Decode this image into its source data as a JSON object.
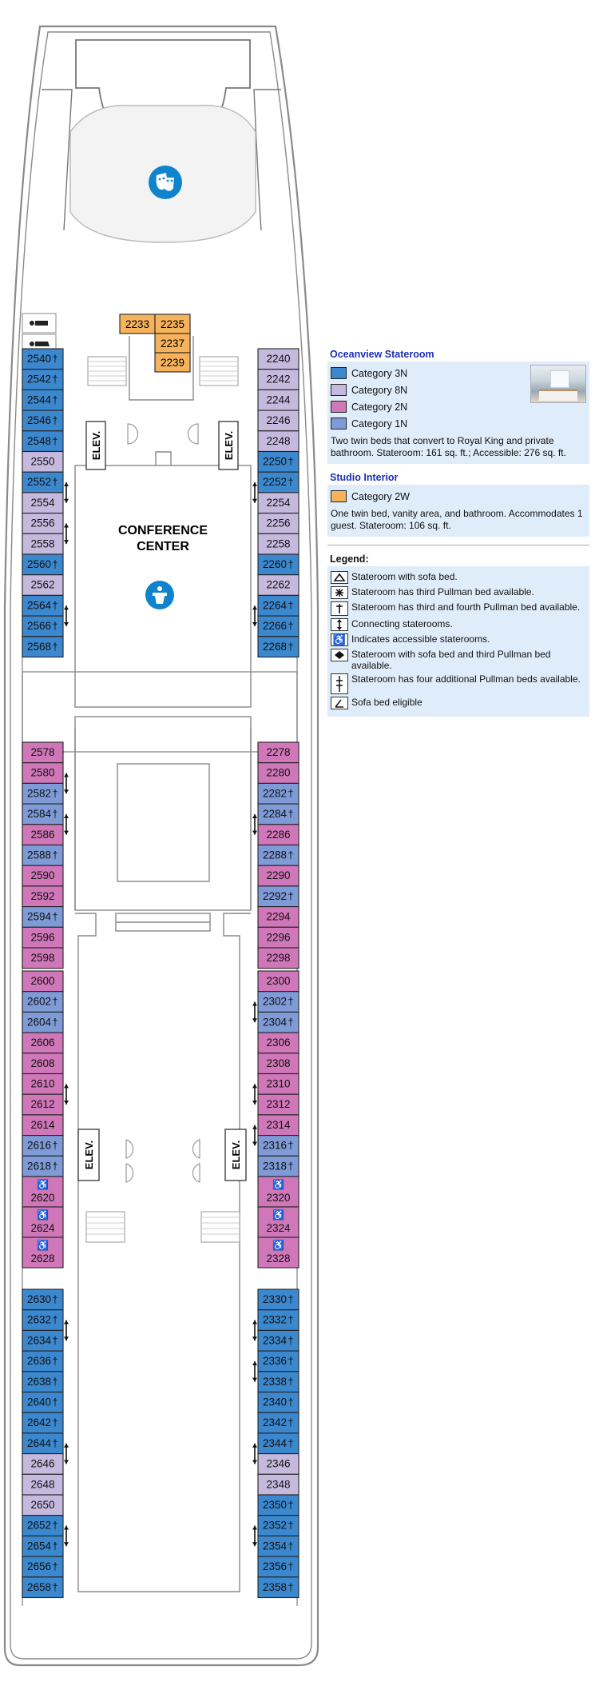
{
  "colors": {
    "cat_3N": "#3b88cf",
    "cat_8N": "#c6b9de",
    "cat_2N": "#cf77b8",
    "cat_1N": "#7e9bd7",
    "cat_2W": "#f6b35b",
    "panel_bg": "#dfecf9",
    "hull": "#8a8a8a",
    "icon_blue": "#0f84cc"
  },
  "deck": {
    "elev_label": "ELEV.",
    "conference_line1": "CONFERENCE",
    "conference_line2": "CENTER",
    "icons": [
      "theater-masks-icon",
      "podium-icon",
      "restroom-men-icon",
      "restroom-women-icon"
    ],
    "studios": [
      {
        "num": "2233",
        "cat": "2W"
      },
      {
        "num": "2235",
        "cat": "2W"
      },
      {
        "num": "2237",
        "cat": "2W"
      },
      {
        "num": "2239",
        "cat": "2W"
      }
    ],
    "left_rooms": [
      {
        "num": "2540",
        "cat": "3N",
        "sym": "†"
      },
      {
        "num": "2542",
        "cat": "3N",
        "sym": "†"
      },
      {
        "num": "2544",
        "cat": "3N",
        "sym": "†"
      },
      {
        "num": "2546",
        "cat": "3N",
        "sym": "†"
      },
      {
        "num": "2548",
        "cat": "3N",
        "sym": "†"
      },
      {
        "num": "2550",
        "cat": "8N",
        "sym": ""
      },
      {
        "num": "2552",
        "cat": "3N",
        "sym": "†",
        "conn": true
      },
      {
        "num": "2554",
        "cat": "8N",
        "sym": "",
        "conn": true
      },
      {
        "num": "2556",
        "cat": "8N",
        "sym": "",
        "conn": true
      },
      {
        "num": "2558",
        "cat": "8N",
        "sym": "",
        "conn": true
      },
      {
        "num": "2560",
        "cat": "3N",
        "sym": "†"
      },
      {
        "num": "2562",
        "cat": "8N",
        "sym": ""
      },
      {
        "num": "2564",
        "cat": "3N",
        "sym": "†",
        "conn": true
      },
      {
        "num": "2566",
        "cat": "3N",
        "sym": "†",
        "conn": true
      },
      {
        "num": "2568",
        "cat": "3N",
        "sym": "†"
      },
      {
        "num": "2578",
        "cat": "2N",
        "sym": ""
      },
      {
        "num": "2580",
        "cat": "2N",
        "sym": "",
        "conn": true
      },
      {
        "num": "2582",
        "cat": "1N",
        "sym": "†",
        "conn": true
      },
      {
        "num": "2584",
        "cat": "1N",
        "sym": "†",
        "conn": true
      },
      {
        "num": "2586",
        "cat": "2N",
        "sym": "",
        "conn": true
      },
      {
        "num": "2588",
        "cat": "1N",
        "sym": "†"
      },
      {
        "num": "2590",
        "cat": "2N",
        "sym": ""
      },
      {
        "num": "2592",
        "cat": "2N",
        "sym": ""
      },
      {
        "num": "2594",
        "cat": "1N",
        "sym": "†"
      },
      {
        "num": "2596",
        "cat": "2N",
        "sym": ""
      },
      {
        "num": "2598",
        "cat": "2N",
        "sym": ""
      },
      {
        "num": "2600",
        "cat": "2N",
        "sym": ""
      },
      {
        "num": "2602",
        "cat": "1N",
        "sym": "†"
      },
      {
        "num": "2604",
        "cat": "1N",
        "sym": "†"
      },
      {
        "num": "2606",
        "cat": "2N",
        "sym": ""
      },
      {
        "num": "2608",
        "cat": "2N",
        "sym": ""
      },
      {
        "num": "2610",
        "cat": "2N",
        "sym": "",
        "conn": true
      },
      {
        "num": "2612",
        "cat": "2N",
        "sym": "",
        "conn": true
      },
      {
        "num": "2614",
        "cat": "2N",
        "sym": ""
      },
      {
        "num": "2616",
        "cat": "1N",
        "sym": "†"
      },
      {
        "num": "2618",
        "cat": "1N",
        "sym": "†"
      },
      {
        "num": "2620",
        "cat": "2N",
        "sym": "",
        "acc": true
      },
      {
        "num": "2624",
        "cat": "2N",
        "sym": "",
        "acc": true
      },
      {
        "num": "2628",
        "cat": "2N",
        "sym": "",
        "acc": true
      },
      {
        "num": "2630",
        "cat": "3N",
        "sym": "†"
      },
      {
        "num": "2632",
        "cat": "3N",
        "sym": "†",
        "conn": true
      },
      {
        "num": "2634",
        "cat": "3N",
        "sym": "†",
        "conn": true
      },
      {
        "num": "2636",
        "cat": "3N",
        "sym": "†"
      },
      {
        "num": "2638",
        "cat": "3N",
        "sym": "†"
      },
      {
        "num": "2640",
        "cat": "3N",
        "sym": "†"
      },
      {
        "num": "2642",
        "cat": "3N",
        "sym": "†"
      },
      {
        "num": "2644",
        "cat": "3N",
        "sym": "†",
        "conn": true
      },
      {
        "num": "2646",
        "cat": "8N",
        "sym": "",
        "conn": true
      },
      {
        "num": "2648",
        "cat": "8N",
        "sym": ""
      },
      {
        "num": "2650",
        "cat": "8N",
        "sym": ""
      },
      {
        "num": "2652",
        "cat": "3N",
        "sym": "†",
        "conn": true
      },
      {
        "num": "2654",
        "cat": "3N",
        "sym": "†",
        "conn": true
      },
      {
        "num": "2656",
        "cat": "3N",
        "sym": "†"
      },
      {
        "num": "2658",
        "cat": "3N",
        "sym": "†"
      }
    ],
    "right_rooms": [
      {
        "num": "2240",
        "cat": "8N",
        "sym": ""
      },
      {
        "num": "2242",
        "cat": "8N",
        "sym": ""
      },
      {
        "num": "2244",
        "cat": "8N",
        "sym": ""
      },
      {
        "num": "2246",
        "cat": "8N",
        "sym": ""
      },
      {
        "num": "2248",
        "cat": "8N",
        "sym": ""
      },
      {
        "num": "2250",
        "cat": "3N",
        "sym": "†"
      },
      {
        "num": "2252",
        "cat": "3N",
        "sym": "†",
        "conn": true
      },
      {
        "num": "2254",
        "cat": "8N",
        "sym": "",
        "conn": true
      },
      {
        "num": "2256",
        "cat": "8N",
        "sym": ""
      },
      {
        "num": "2258",
        "cat": "8N",
        "sym": ""
      },
      {
        "num": "2260",
        "cat": "3N",
        "sym": "†"
      },
      {
        "num": "2262",
        "cat": "8N",
        "sym": ""
      },
      {
        "num": "2264",
        "cat": "3N",
        "sym": "†",
        "conn": true
      },
      {
        "num": "2266",
        "cat": "3N",
        "sym": "†",
        "conn": true
      },
      {
        "num": "2268",
        "cat": "3N",
        "sym": "†"
      },
      {
        "num": "2278",
        "cat": "2N",
        "sym": ""
      },
      {
        "num": "2280",
        "cat": "2N",
        "sym": ""
      },
      {
        "num": "2282",
        "cat": "1N",
        "sym": "†"
      },
      {
        "num": "2284",
        "cat": "1N",
        "sym": "†",
        "conn": true
      },
      {
        "num": "2286",
        "cat": "2N",
        "sym": "",
        "conn": true
      },
      {
        "num": "2288",
        "cat": "1N",
        "sym": "†"
      },
      {
        "num": "2290",
        "cat": "2N",
        "sym": ""
      },
      {
        "num": "2292",
        "cat": "1N",
        "sym": "†"
      },
      {
        "num": "2294",
        "cat": "2N",
        "sym": ""
      },
      {
        "num": "2296",
        "cat": "2N",
        "sym": ""
      },
      {
        "num": "2298",
        "cat": "2N",
        "sym": ""
      },
      {
        "num": "2300",
        "cat": "2N",
        "sym": ""
      },
      {
        "num": "2302",
        "cat": "1N",
        "sym": "†",
        "conn": true
      },
      {
        "num": "2304",
        "cat": "1N",
        "sym": "†",
        "conn": true
      },
      {
        "num": "2306",
        "cat": "2N",
        "sym": ""
      },
      {
        "num": "2308",
        "cat": "2N",
        "sym": ""
      },
      {
        "num": "2310",
        "cat": "2N",
        "sym": "",
        "conn": true
      },
      {
        "num": "2312",
        "cat": "2N",
        "sym": "",
        "conn": true
      },
      {
        "num": "2314",
        "cat": "2N",
        "sym": "",
        "conn": true
      },
      {
        "num": "2316",
        "cat": "1N",
        "sym": "†",
        "conn": true
      },
      {
        "num": "2318",
        "cat": "1N",
        "sym": "†"
      },
      {
        "num": "2320",
        "cat": "2N",
        "sym": "",
        "acc": true
      },
      {
        "num": "2324",
        "cat": "2N",
        "sym": "",
        "acc": true
      },
      {
        "num": "2328",
        "cat": "2N",
        "sym": "",
        "acc": true
      },
      {
        "num": "2330",
        "cat": "3N",
        "sym": "†"
      },
      {
        "num": "2332",
        "cat": "3N",
        "sym": "†",
        "conn": true
      },
      {
        "num": "2334",
        "cat": "3N",
        "sym": "†",
        "conn": true
      },
      {
        "num": "2336",
        "cat": "3N",
        "sym": "†",
        "conn": true
      },
      {
        "num": "2338",
        "cat": "3N",
        "sym": "†",
        "conn": true
      },
      {
        "num": "2340",
        "cat": "3N",
        "sym": "†"
      },
      {
        "num": "2342",
        "cat": "3N",
        "sym": "†"
      },
      {
        "num": "2344",
        "cat": "3N",
        "sym": "†",
        "conn": true
      },
      {
        "num": "2346",
        "cat": "8N",
        "sym": "",
        "conn": true
      },
      {
        "num": "2348",
        "cat": "8N",
        "sym": ""
      },
      {
        "num": "2350",
        "cat": "3N",
        "sym": "†"
      },
      {
        "num": "2352",
        "cat": "3N",
        "sym": "†",
        "conn": true
      },
      {
        "num": "2354",
        "cat": "3N",
        "sym": "†",
        "conn": true
      },
      {
        "num": "2356",
        "cat": "3N",
        "sym": "†"
      },
      {
        "num": "2358",
        "cat": "3N",
        "sym": "†"
      }
    ]
  },
  "legend": {
    "oceanview": {
      "title": "Oceanview Stateroom",
      "categories": [
        {
          "label": "Category 3N",
          "color": "#3b88cf"
        },
        {
          "label": "Category 8N",
          "color": "#c6b9de"
        },
        {
          "label": "Category 2N",
          "color": "#cf77b8"
        },
        {
          "label": "Category 1N",
          "color": "#7e9bd7"
        }
      ],
      "description": "Two twin beds that convert to Royal King and private bathroom. Stateroom: 161 sq. ft.; Accessible: 276 sq. ft."
    },
    "studio": {
      "title": "Studio Interior",
      "category": {
        "label": "Category 2W",
        "color": "#f6b35b"
      },
      "description": "One twin bed, vanity area, and bathroom. Accommodates 1 guest. Stateroom: 106 sq. ft."
    },
    "title": "Legend:",
    "items": [
      {
        "icon": "sofa-bed-icon",
        "text": "Stateroom with sofa bed."
      },
      {
        "icon": "third-pullman-icon",
        "text": "Stateroom has third Pullman bed available."
      },
      {
        "icon": "third-fourth-pullman-icon",
        "text": "Stateroom has third and fourth Pullman bed available."
      },
      {
        "icon": "connecting-icon",
        "text": "Connecting staterooms."
      },
      {
        "icon": "accessible-icon",
        "text": "Indicates accessible staterooms."
      },
      {
        "icon": "sofa-pullman-icon",
        "text": "Stateroom with sofa bed and third Pullman bed available."
      },
      {
        "icon": "four-pullman-icon",
        "text": "Stateroom has four additional Pullman beds available."
      },
      {
        "icon": "sofa-eligible-icon",
        "text": "Sofa bed eligible"
      }
    ]
  }
}
